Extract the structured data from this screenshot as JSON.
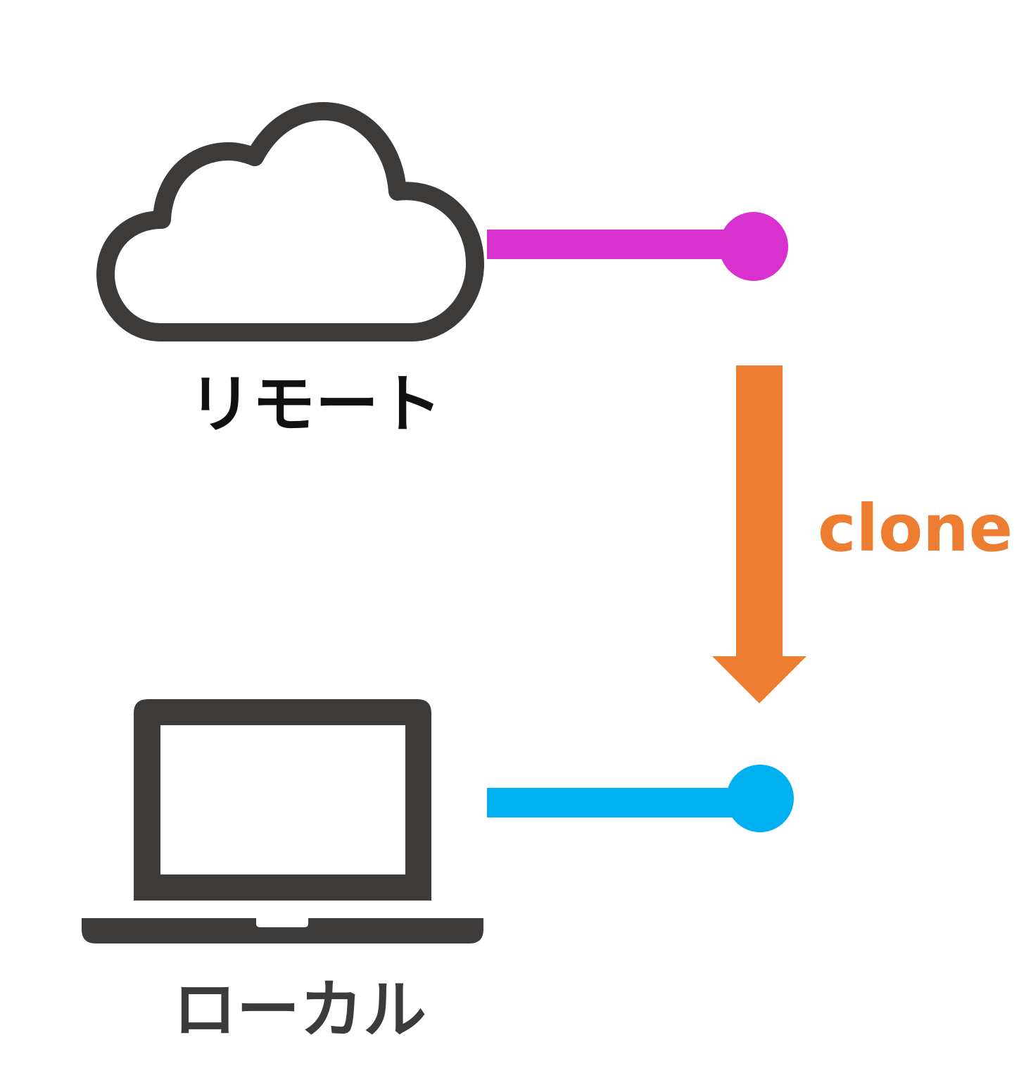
{
  "remote": {
    "label": "リモート",
    "icon": "cloud-icon",
    "label_color": "#111111",
    "branch_color": "#d930d0"
  },
  "local": {
    "label": "ローカル",
    "icon": "laptop-icon",
    "label_color": "#3c3b39",
    "branch_color": "#00b0f0"
  },
  "operation": {
    "label": "clone",
    "color": "#ed7d31",
    "direction": "down"
  },
  "icon_color": "#3c3b39"
}
